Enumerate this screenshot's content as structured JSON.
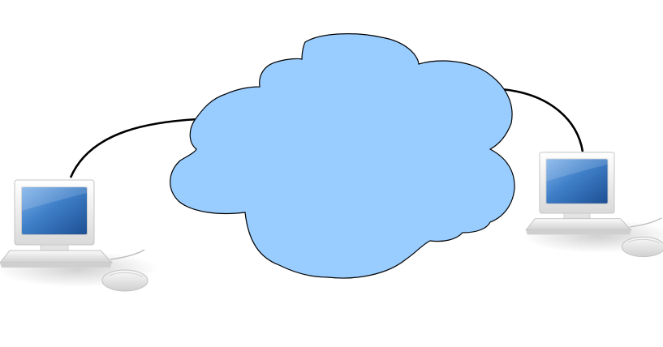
{
  "diagram": {
    "nodes": [
      {
        "id": "left-computer",
        "icon": "desktop-computer-icon"
      },
      {
        "id": "network-cloud",
        "icon": "cloud-icon",
        "fill": "#99ccff",
        "stroke": "#000000"
      },
      {
        "id": "right-computer",
        "icon": "desktop-computer-icon"
      }
    ],
    "edges": [
      {
        "from": "left-computer",
        "to": "network-cloud"
      },
      {
        "from": "network-cloud",
        "to": "right-computer"
      }
    ],
    "colors": {
      "background": "#ffffff",
      "cloud_fill": "#99ccff",
      "cloud_stroke": "#000000",
      "cable": "#000000",
      "screen": "#3b78c2",
      "device_body": "#f1f1f1"
    }
  }
}
